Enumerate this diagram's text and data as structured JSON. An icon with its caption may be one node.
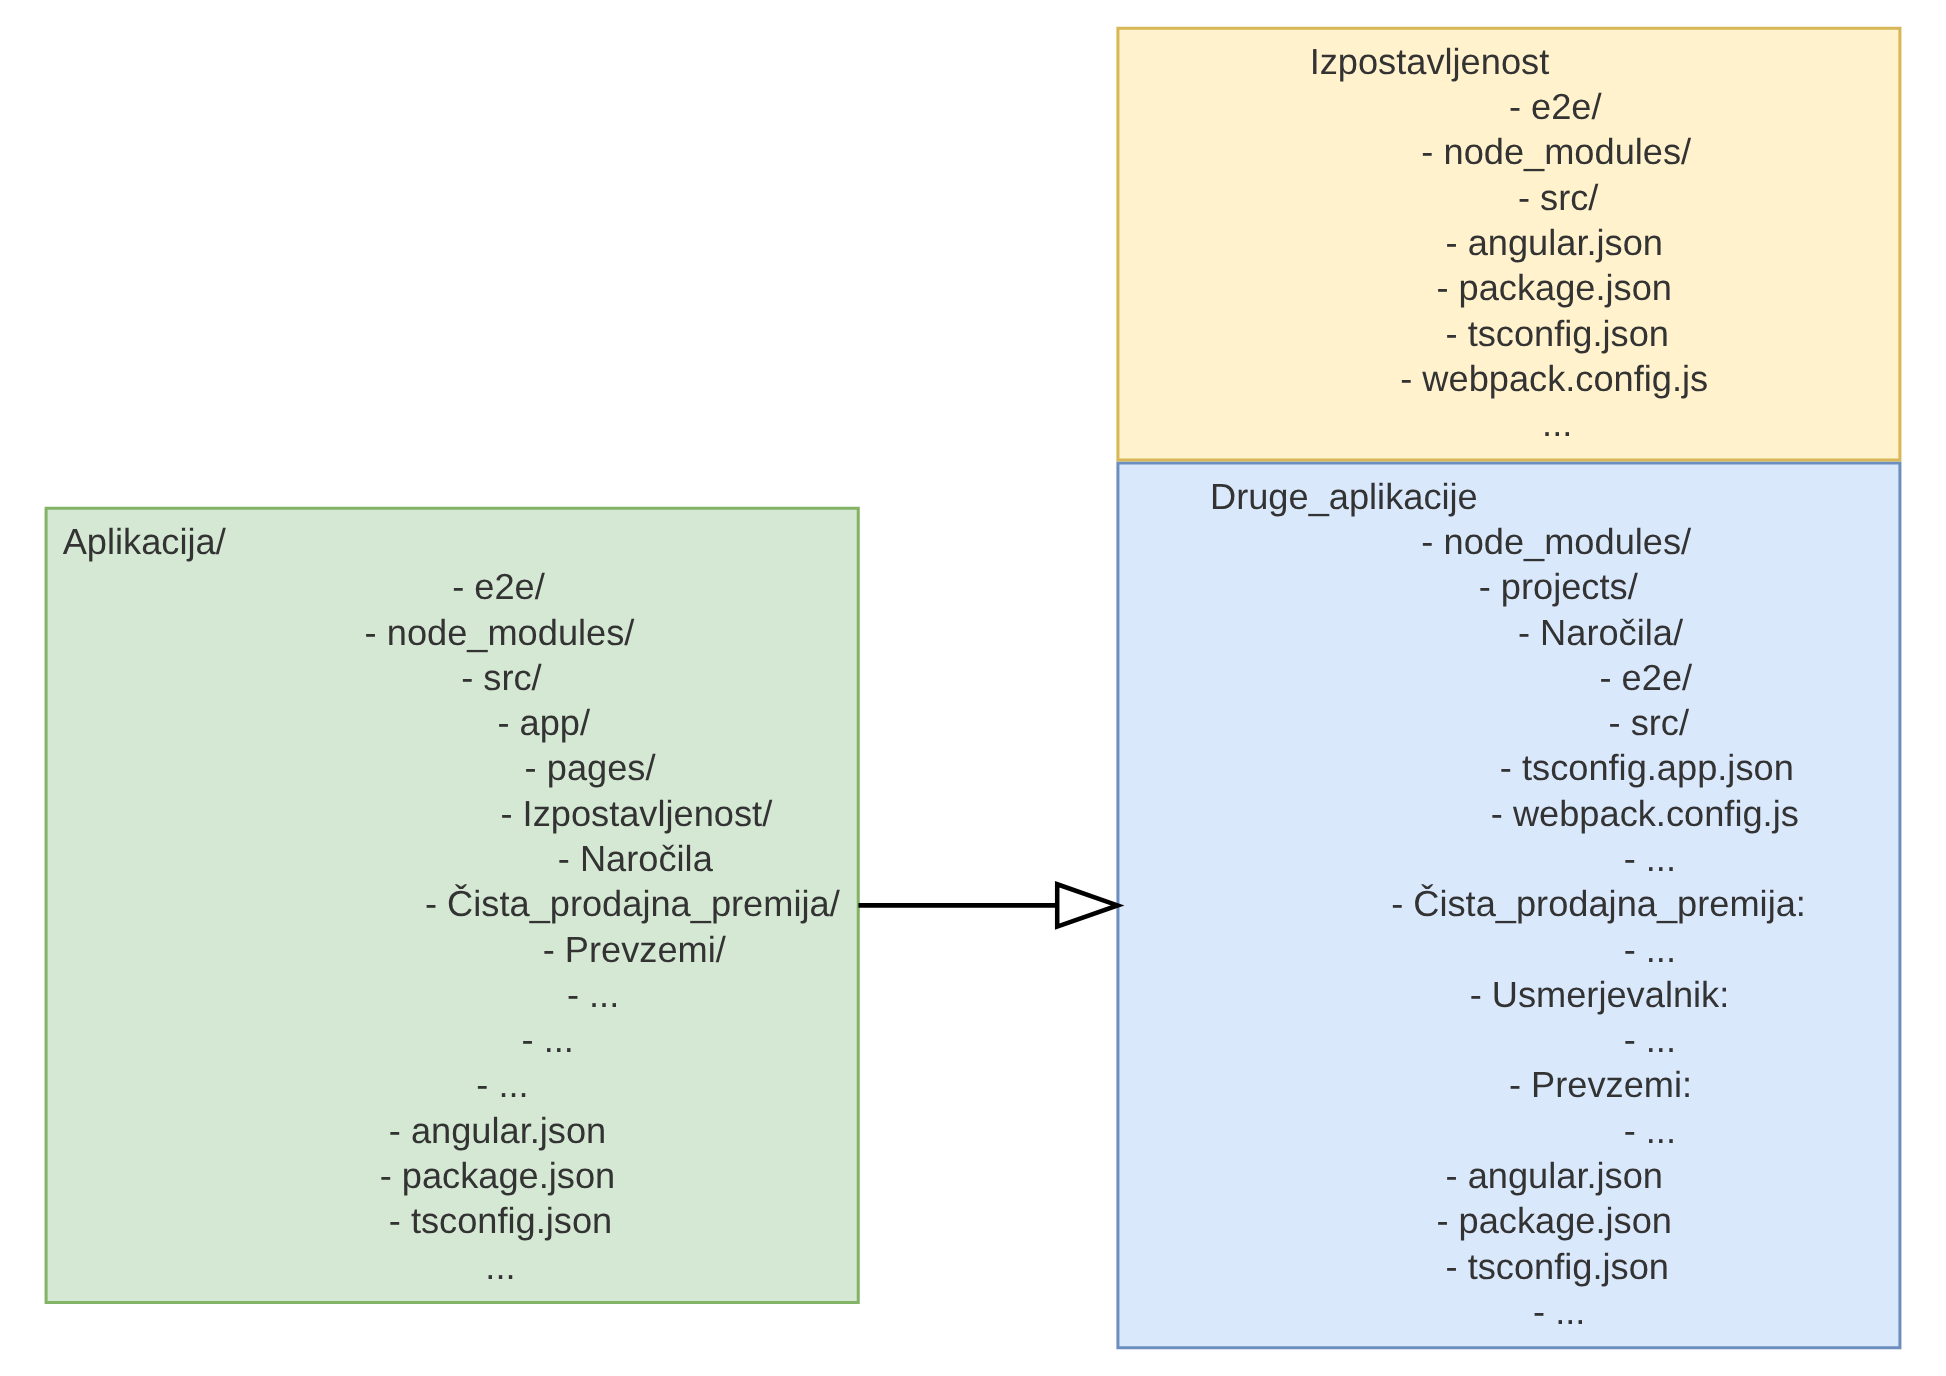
{
  "diagram": {
    "nodes": [
      {
        "text": [
          "Aplikacija/",
          "- e2e/",
          "- node_modules/",
          "- src/",
          "- app/",
          "- pages/",
          "- Izpostavljenost/",
          "- Naročila",
          "- Čista_prodajna_premija/",
          "- Prevzemi/",
          "- ...",
          "- ...",
          "- ...",
          "- angular.json",
          "- package.json",
          "- tsconfig.json",
          "..."
        ]
      },
      {
        "text": [
          "Izpostavljenost",
          "- e2e/",
          "- node_modules/",
          "- src/",
          "- angular.json",
          "- package.json",
          "- tsconfig.json",
          "- webpack.config.js",
          "..."
        ]
      },
      {
        "text": [
          "Druge_aplikacije",
          "- node_modules/",
          "- projects/",
          "- Naročila/",
          "- e2e/",
          "- src/",
          "- tsconfig.app.json",
          "- webpack.config.js",
          "- ...",
          "- Čista_prodajna_premija:",
          "- ...",
          "- Usmerjevalnik:",
          "- ...",
          "- Prevzemi:",
          "- ...",
          "- angular.json",
          "- package.json",
          "- tsconfig.json",
          "- ..."
        ]
      }
    ],
    "edges": [
      {
        "from": 0,
        "to": 2,
        "arrow": "to"
      }
    ]
  }
}
